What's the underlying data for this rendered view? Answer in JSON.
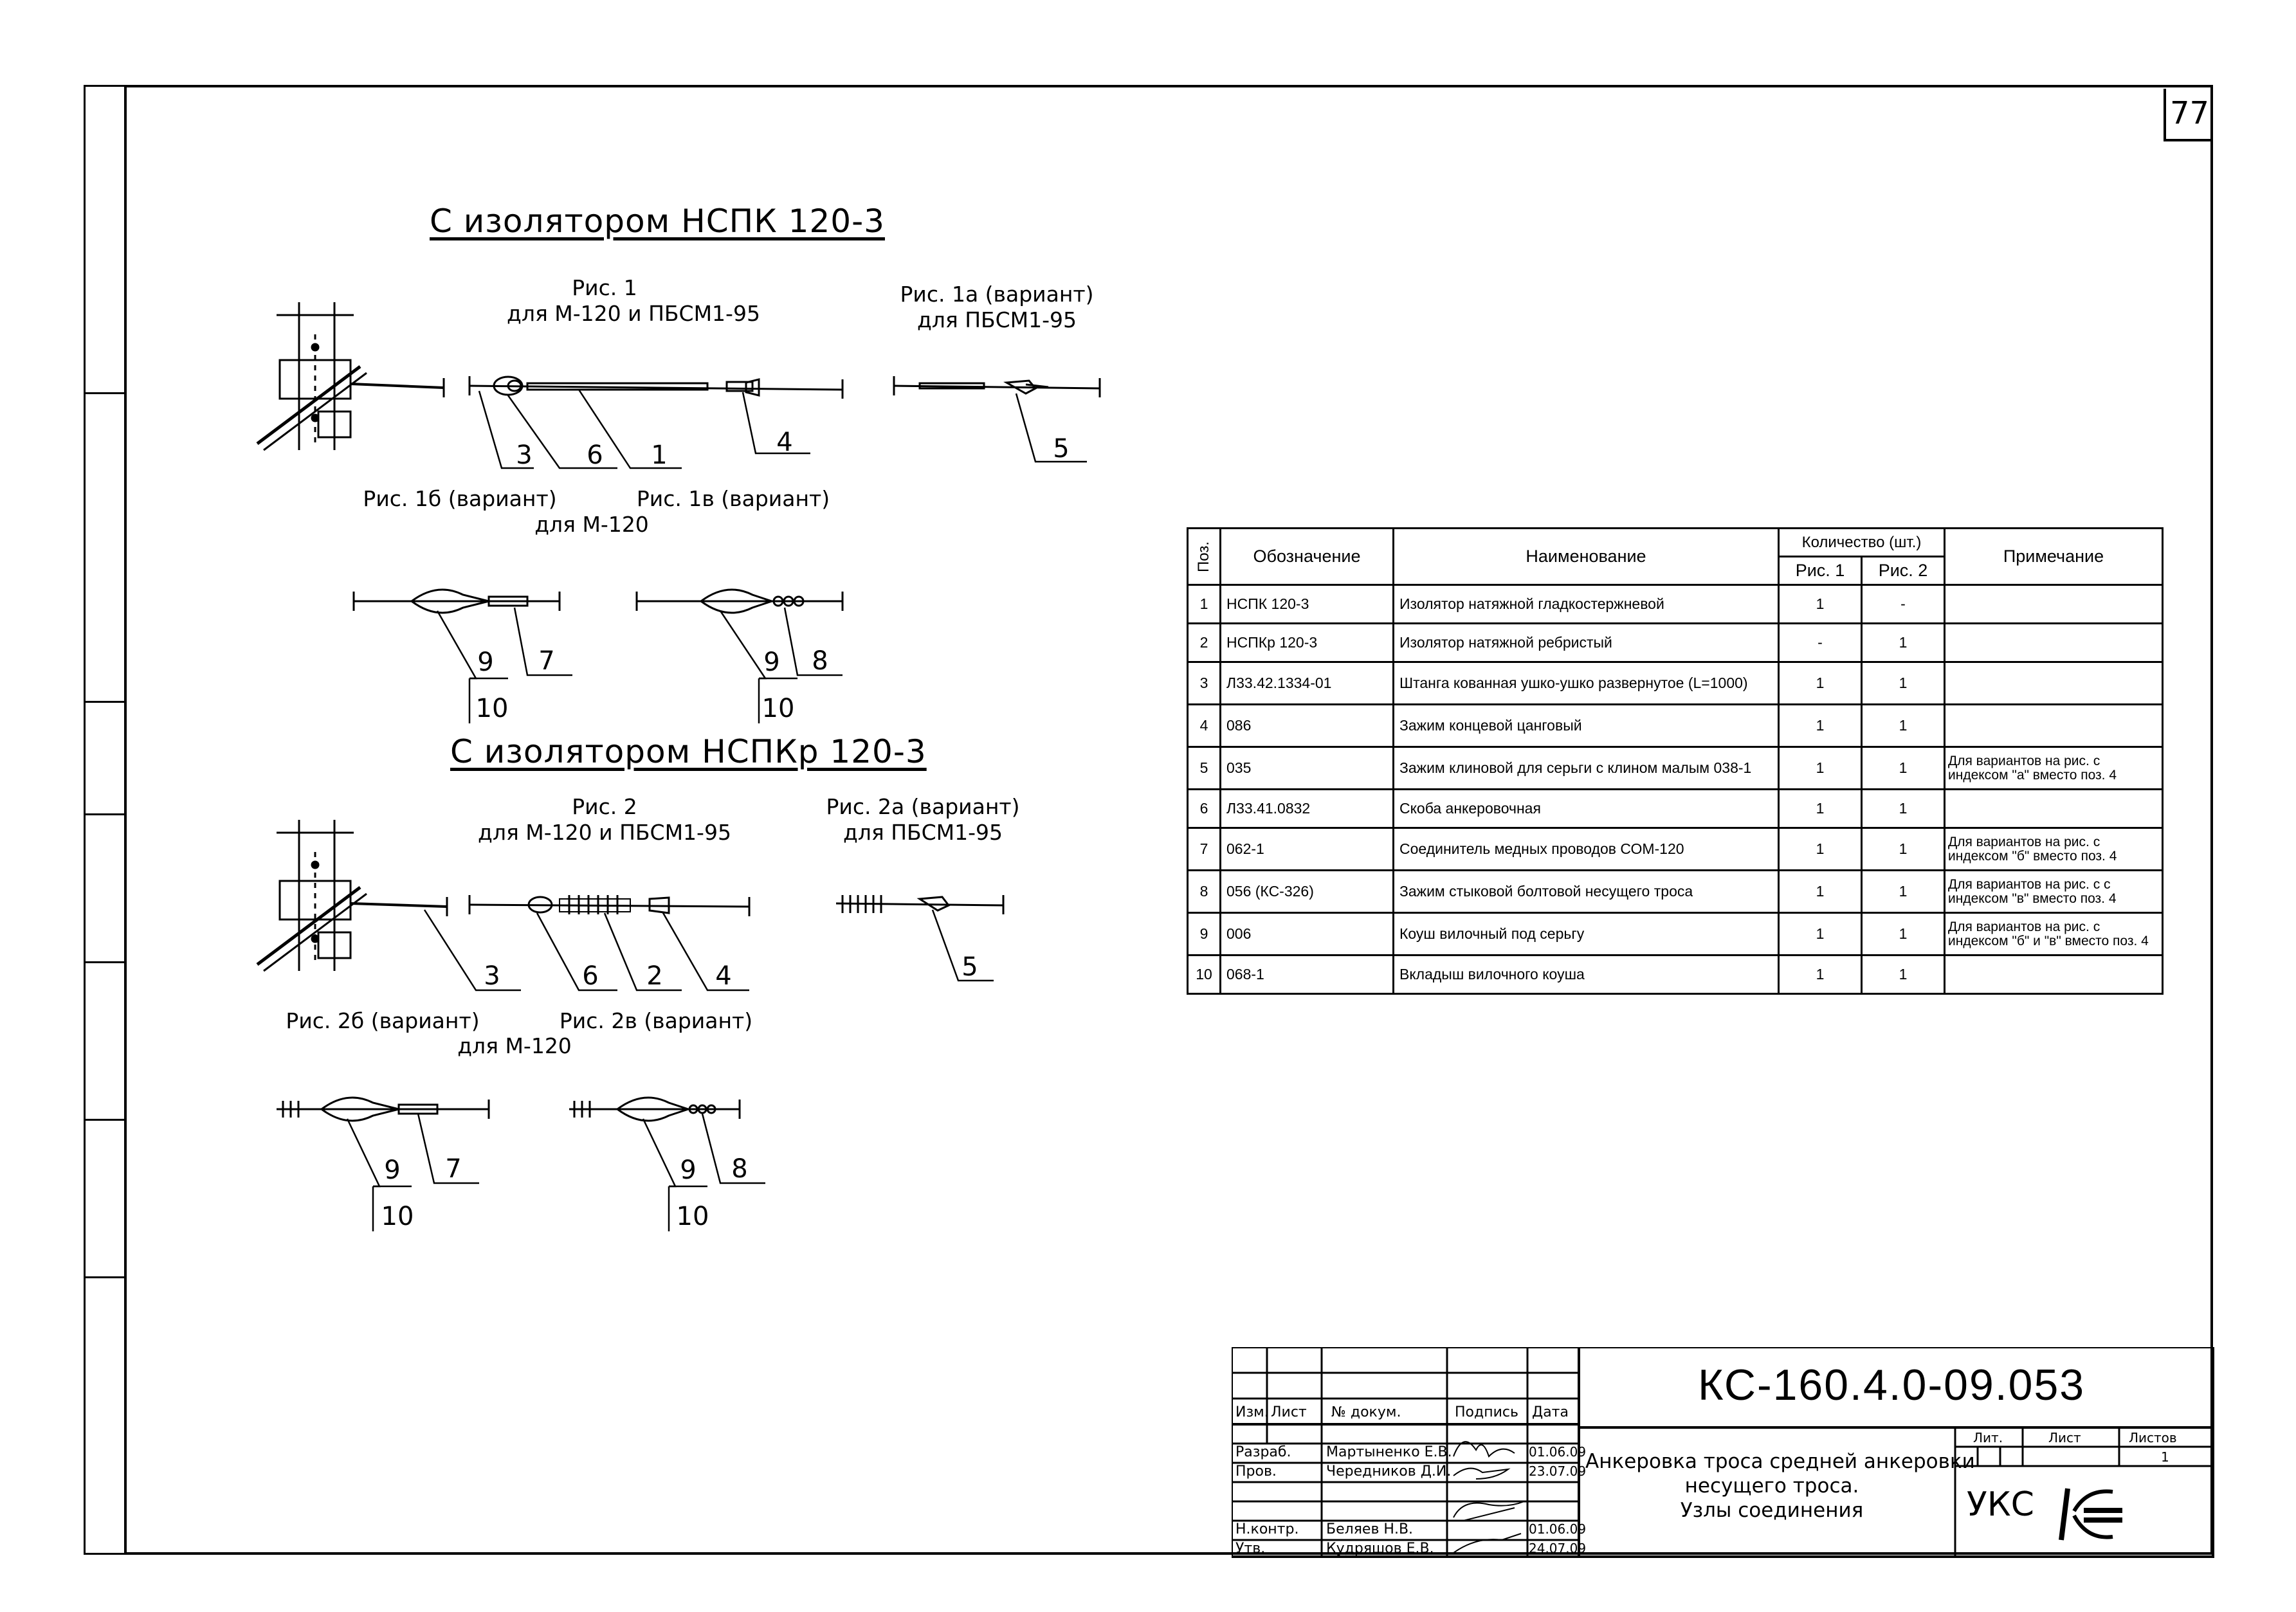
{
  "page_number": "77",
  "section1": {
    "title": "С изолятором НСПК 120-3",
    "fig1": "Рис. 1",
    "fig1_sub": "для М-120 и ПБСМ1-95",
    "fig1a": "Рис. 1а (вариант)",
    "fig1a_sub": "для ПБСМ1-95",
    "fig1b": "Рис. 1б (вариант)",
    "fig1v": "Рис. 1в (вариант)",
    "fig1bv_sub": "для М-120"
  },
  "section2": {
    "title": "С изолятором НСПКр 120-3",
    "fig2": "Рис. 2",
    "fig2_sub": "для М-120 и ПБСМ1-95",
    "fig2a": "Рис. 2а (вариант)",
    "fig2a_sub": "для ПБСМ1-95",
    "fig2b": "Рис. 2б (вариант)",
    "fig2v": "Рис. 2в (вариант)",
    "fig2bv_sub": "для М-120"
  },
  "callouts": {
    "c1": "3",
    "c2": "6",
    "c3": "1",
    "c4": "4",
    "c5": "5",
    "c6": "9",
    "c7": "7",
    "c8": "10",
    "c9": "9",
    "c10": "8",
    "c11": "10",
    "c12": "3",
    "c13": "6",
    "c14": "2",
    "c15": "4",
    "c16": "5",
    "c17": "9",
    "c18": "7",
    "c19": "10",
    "c20": "9",
    "c21": "8",
    "c22": "10"
  },
  "spec_table": {
    "headers": {
      "pos": "Поз.",
      "designation": "Обозначение",
      "name": "Наименование",
      "qty": "Количество (шт.)",
      "fig1": "Рис. 1",
      "fig2": "Рис. 2",
      "note": "Примечание"
    },
    "rows": [
      {
        "pos": "1",
        "designation": "НСПК 120-3",
        "name": "Изолятор натяжной гладкостержневой",
        "q1": "1",
        "q2": "-",
        "note": ""
      },
      {
        "pos": "2",
        "designation": "НСПКр 120-3",
        "name": "Изолятор натяжной ребристый",
        "q1": "-",
        "q2": "1",
        "note": ""
      },
      {
        "pos": "3",
        "designation": "Л33.42.1334-01",
        "name": "Штанга кованная ушко-ушко развернутое (L=1000)",
        "q1": "1",
        "q2": "1",
        "note": ""
      },
      {
        "pos": "4",
        "designation": "086",
        "name": "Зажим концевой цанговый",
        "q1": "1",
        "q2": "1",
        "note": ""
      },
      {
        "pos": "5",
        "designation": "035",
        "name": "Зажим клиновой для серьги с клином малым 038-1",
        "q1": "1",
        "q2": "1",
        "note": "Для вариантов на рис. с индексом \"а\" вместо поз. 4"
      },
      {
        "pos": "6",
        "designation": "Л33.41.0832",
        "name": "Скоба анкеровочная",
        "q1": "1",
        "q2": "1",
        "note": ""
      },
      {
        "pos": "7",
        "designation": "062-1",
        "name": "Соединитель медных проводов СОМ-120",
        "q1": "1",
        "q2": "1",
        "note": "Для вариантов на рис. с индексом \"б\" вместо поз. 4"
      },
      {
        "pos": "8",
        "designation": "056 (КС-326)",
        "name": "Зажим стыковой болтовой несущего троса",
        "q1": "1",
        "q2": "1",
        "note": "Для вариантов на рис. с с индексом \"в\" вместо поз. 4"
      },
      {
        "pos": "9",
        "designation": "006",
        "name": "Коуш вилочный под серьгу",
        "q1": "1",
        "q2": "1",
        "note": "Для вариантов на рис. с индексом \"б\" и \"в\" вместо поз. 4"
      },
      {
        "pos": "10",
        "designation": "068-1",
        "name": "Вкладыш вилочного коуша",
        "q1": "1",
        "q2": "1",
        "note": ""
      }
    ]
  },
  "title_block": {
    "doc_code": "КС-160.4.0-09.053",
    "h_izm": "Изм.",
    "h_list": "Лист",
    "h_doc": "№ докум.",
    "h_sign": "Подпись",
    "h_date": "Дата",
    "r1_role": "Разраб.",
    "r1_name": "Мартыненко Е.В.",
    "r1_date": "01.06.09",
    "r2_role": "Пров.",
    "r2_name": "Чередников Д.И.",
    "r2_date": "23.07.09",
    "r3_role": "Н.контр.",
    "r3_name": "Беляев Н.В.",
    "r3_date": "01.06.09",
    "r4_role": "Утв.",
    "r4_name": "Кудряшов Е.В.",
    "r4_date": "24.07.09",
    "title_l1": "Анкеровка троса средней анкеровки",
    "title_l2": "несущего троса.",
    "title_l3": "Узлы соединения",
    "h_lit": "Лит.",
    "h_sheet": "Лист",
    "h_sheets": "Листов",
    "sheets_count": "1",
    "org": "УКС"
  }
}
